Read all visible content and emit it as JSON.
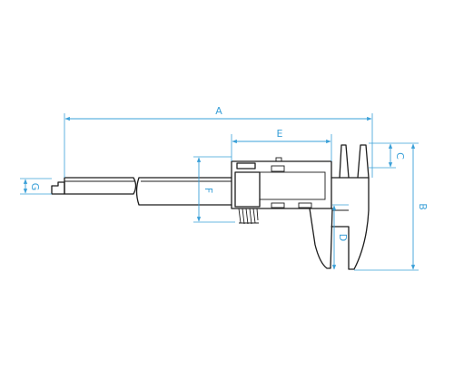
{
  "dimensions": {
    "a": "A",
    "b": "B",
    "c": "C",
    "d": "D",
    "e": "E",
    "f": "F",
    "g": "G"
  },
  "colors": {
    "dimension_line": "#3aa0d8",
    "outline": "#1c1c1c",
    "background": "#ffffff"
  },
  "icons": {
    "arrow": "triangle-arrowhead"
  }
}
